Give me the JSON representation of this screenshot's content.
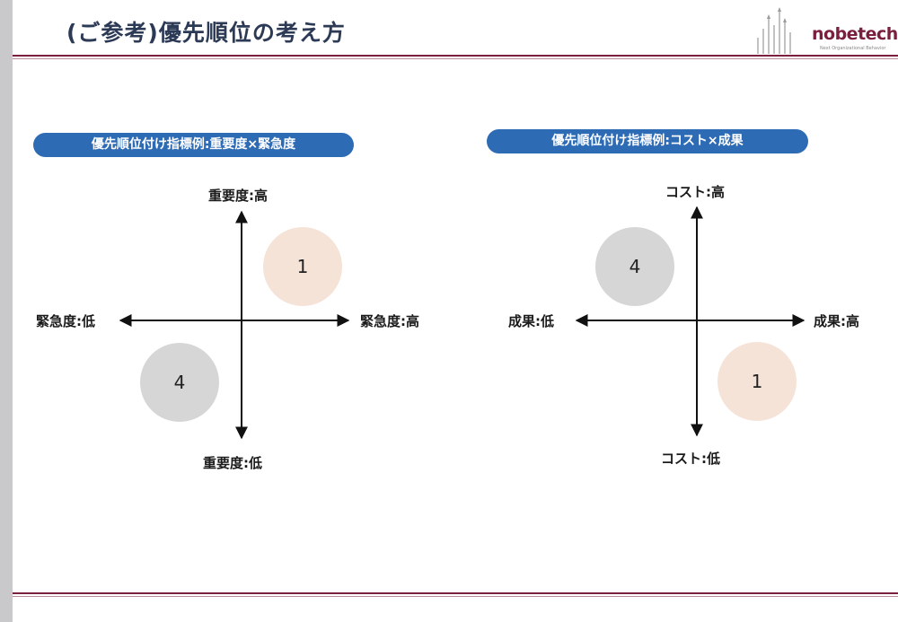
{
  "header": {
    "title": "(ご参考)優先順位の考え方",
    "logo_text": "nobetech",
    "logo_tagline": "Next Organizational Behavior"
  },
  "matrices": [
    {
      "badge": "優先順位付け指標例:重要度×緊急度",
      "top_label": "重要度:高",
      "bottom_label": "重要度:低",
      "left_label": "緊急度:低",
      "right_label": "緊急度:高",
      "priority_high": "1",
      "priority_low": "4"
    },
    {
      "badge": "優先順位付け指標例:コスト×成果",
      "top_label": "コスト:高",
      "bottom_label": "コスト:低",
      "left_label": "成果:低",
      "right_label": "成果:高",
      "priority_high": "1",
      "priority_low": "4"
    }
  ],
  "colors": {
    "accent_blue": "#2e6bb5",
    "brand_maroon": "#7a1f3d",
    "priority_high_fill": "#f6e3d8",
    "priority_low_fill": "#d6d6d6"
  }
}
